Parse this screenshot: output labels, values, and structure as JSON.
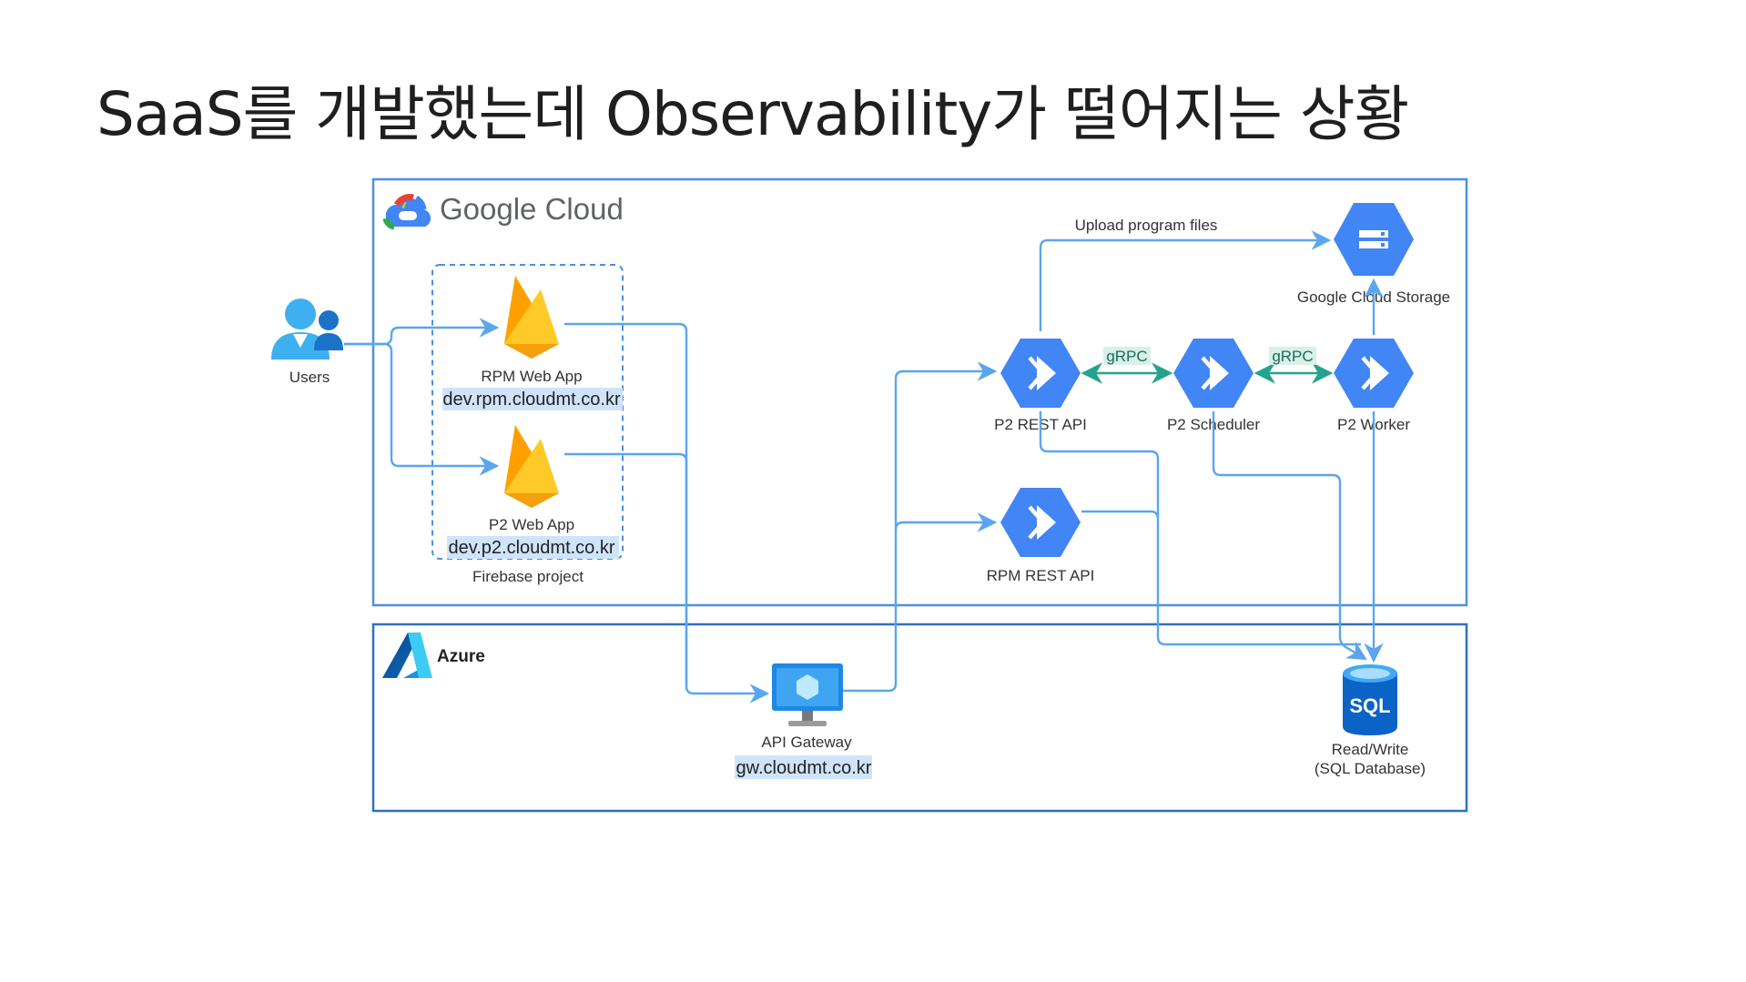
{
  "title": "SaaS를 개발했는데 Observability가 떨어지는 상황",
  "diagram": {
    "google_cloud_label": "Google Cloud",
    "azure_label": "Azure",
    "firebase_project_label": "Firebase project",
    "users_label": "Users",
    "rpm_web_app": {
      "name": "RPM Web App",
      "url": "dev.rpm.cloudmt.co.kr"
    },
    "p2_web_app": {
      "name": "P2 Web App",
      "url": "dev.p2.cloudmt.co.kr"
    },
    "api_gateway": {
      "name": "API Gateway",
      "url": "gw.cloudmt.co.kr"
    },
    "p2_rest_api": "P2 REST API",
    "p2_scheduler": "P2 Scheduler",
    "p2_worker": "P2 Worker",
    "rpm_rest_api": "RPM REST API",
    "storage": "Google Cloud Storage",
    "upload_label": "Upload program files",
    "grpc_label_1": "gRPC",
    "grpc_label_2": "gRPC",
    "sql_icon_text": "SQL",
    "sql_line1": "Read/Write",
    "sql_line2": "(SQL Database)",
    "colors": {
      "gcp_blue": "#4285f4",
      "frame": "#4a90e2",
      "azure_frame": "#2f6fc4",
      "edge": "#5aa6ee",
      "grpc": "#24a38c"
    }
  }
}
